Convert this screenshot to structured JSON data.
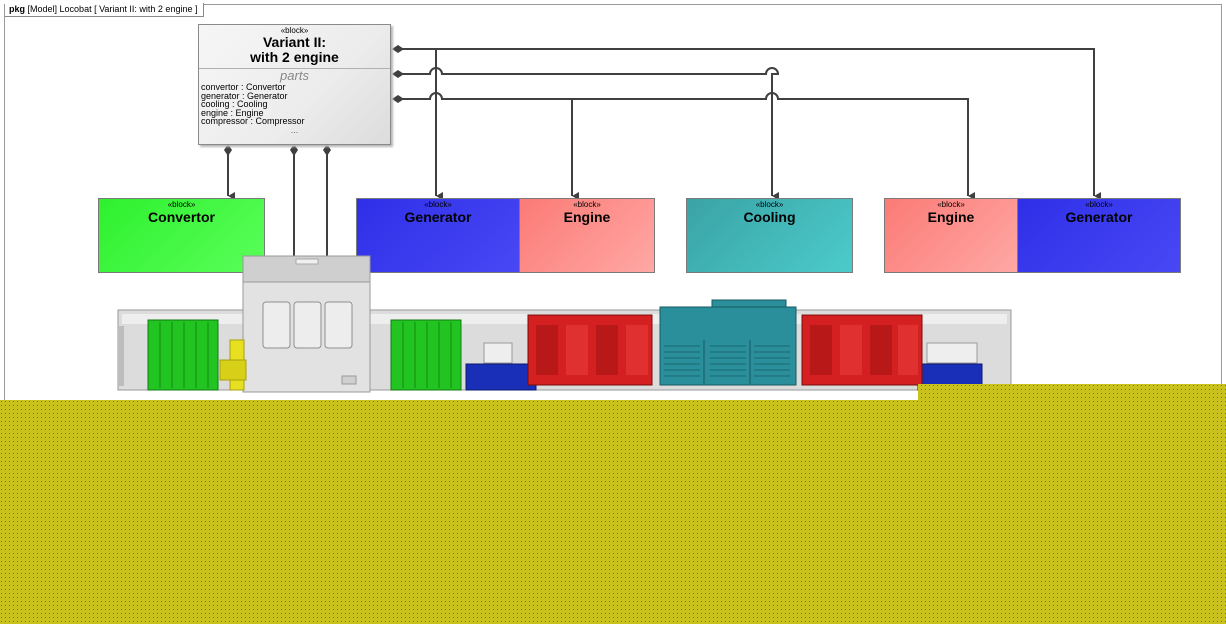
{
  "frame": {
    "kind": "pkg",
    "label": "[Model] Locobat [ Variant II: with 2 engine ]"
  },
  "variant": {
    "stereotype": "«block»",
    "title_line1": "Variant II:",
    "title_line2": "with 2 engine",
    "compartment_title": "parts",
    "parts": [
      "convertor : Convertor",
      "generator : Generator",
      "cooling : Cooling",
      "engine : Engine",
      "compressor : Compressor"
    ],
    "ellipsis": "..."
  },
  "blocks": [
    {
      "id": "convertor",
      "stereotype": "«block»",
      "name": "Convertor",
      "color": "#3dfb3d"
    },
    {
      "id": "generator-1",
      "stereotype": "«block»",
      "name": "Generator",
      "color": "#3a3af0"
    },
    {
      "id": "engine-1",
      "stereotype": "«block»",
      "name": "Engine",
      "color": "#fb7f7a"
    },
    {
      "id": "cooling",
      "stereotype": "«block»",
      "name": "Cooling",
      "color": "#40b7b7"
    },
    {
      "id": "engine-2",
      "stereotype": "«block»",
      "name": "Engine",
      "color": "#fb7f7a"
    },
    {
      "id": "generator-2",
      "stereotype": "«block»",
      "name": "Generator",
      "color": "#3a3af0"
    }
  ],
  "colors": {
    "connector": "#404040",
    "locomotive_body": "#d8d8d8",
    "convertor_unit": "#22c422",
    "engine_unit": "#d42020",
    "cooling_unit": "#2a8f9a",
    "generator_unit": "#1a2fb8",
    "compressor_unit": "#e6e020",
    "overlay": "#c9c11c"
  }
}
